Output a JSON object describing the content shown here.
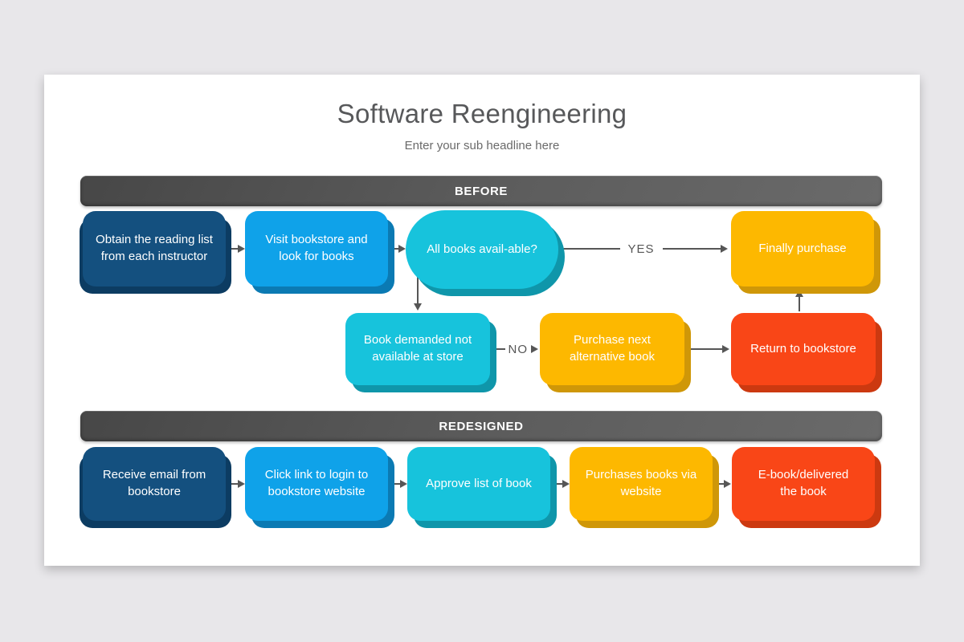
{
  "title": "Software Reengineering",
  "subtitle": "Enter your sub headline here",
  "before": {
    "banner": "BEFORE",
    "nodes": {
      "obtain": "Obtain the reading list from each instructor",
      "visit": "Visit bookstore and look for books",
      "available": "All books avail-able?",
      "finally_purchase": "Finally purchase",
      "not_available": "Book demanded not available at store",
      "alternative": "Purchase next alternative book",
      "return_store": "Return to bookstore"
    },
    "edge_labels": {
      "yes": "YES",
      "no": "NO"
    }
  },
  "redesigned": {
    "banner": "REDESIGNED",
    "nodes": {
      "receive": "Receive email from bookstore",
      "click_link": "Click link to login to bookstore website",
      "approve": "Approve list of book",
      "purchase_web": "Purchases books via website",
      "ebook": "E-book/delivered the book"
    }
  },
  "palette": {
    "navy": "#14507F",
    "blue": "#0FA2E9",
    "cyan": "#17C3DC",
    "amber": "#FDB800",
    "red": "#F94617",
    "banner_gray": "#5A5A5A",
    "arrow_gray": "#565656",
    "title_gray": "#57585A",
    "page_bg": "#E8E7EA",
    "card_bg": "#FFFFFF"
  }
}
